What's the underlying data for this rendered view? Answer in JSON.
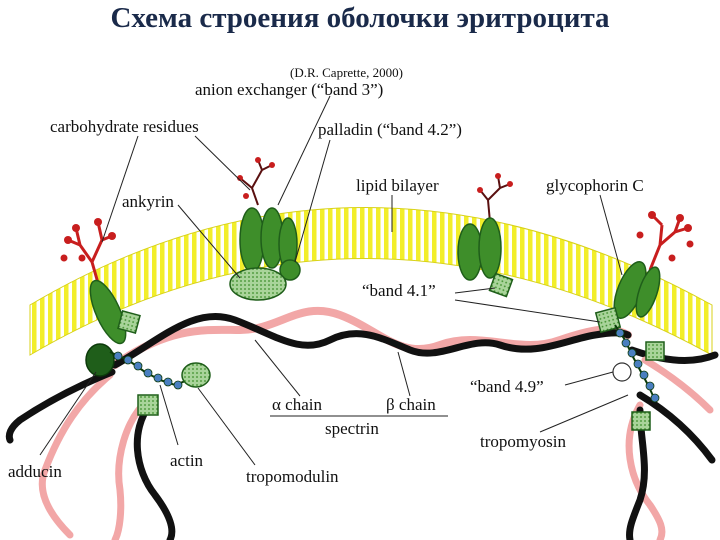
{
  "title": "Схема строения оболочки эритроцита",
  "citation": "(D.R. Caprette, 2000)",
  "labels": {
    "anion_exchanger": "anion exchanger (“band 3”)",
    "carbohydrate_residues": "carbohydrate residues",
    "palladin": "palladin (“band 4.2”)",
    "lipid_bilayer": "lipid bilayer",
    "glycophorin_c": "glycophorin C",
    "ankyrin": "ankyrin",
    "band_4_1": "“band 4.1”",
    "band_4_9": "“band 4.9”",
    "alpha_chain": "α chain",
    "beta_chain": "β chain",
    "spectrin": "spectrin",
    "tropomyosin": "tropomyosin",
    "adducin": "adducin",
    "actin": "actin",
    "tropomodulin": "tropomodulin"
  },
  "colors": {
    "title": "#1a2a4a",
    "bilayer": "#f2ee2a",
    "protein": "#3e8e2a",
    "protein_dark": "#1f5e1a",
    "band_box": "#a9d49a",
    "carbohydrate": "#c81e1e",
    "beta_strand": "#f2a7a7",
    "alpha_strand": "#111111",
    "actin_bead": "#4a7fc0"
  }
}
